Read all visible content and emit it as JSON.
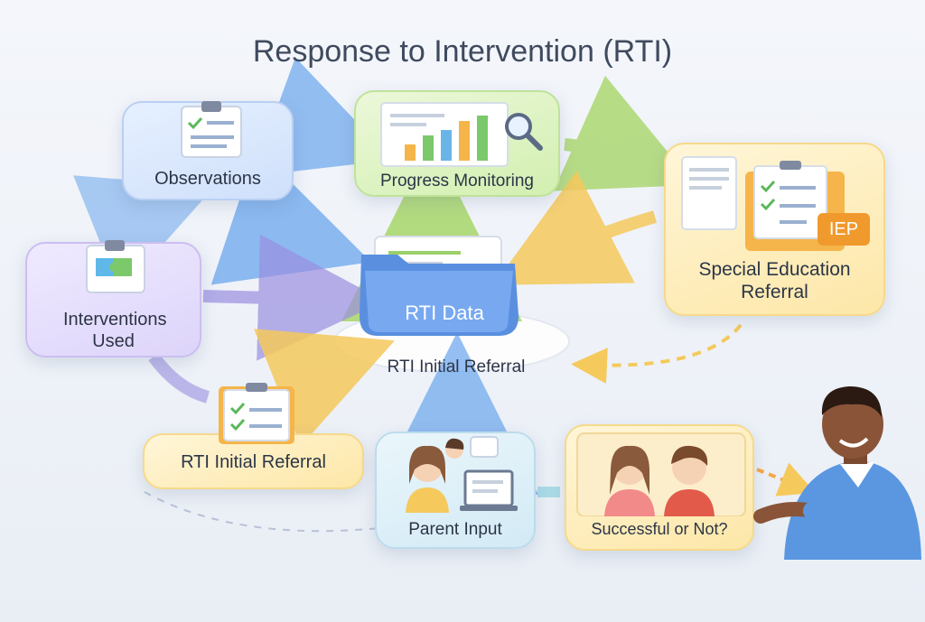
{
  "title": "Response to Intervention (RTI)",
  "nodes": {
    "observations": "Observations",
    "progress_monitoring": "Progress Monitoring",
    "special_education_referral": "Special Education Referral",
    "interventions_used": "Interventions Used",
    "rti_data": "RTI Data",
    "rti_initial_referral_center": "RTI Initial Referral",
    "rti_initial_referral": "RTI Initial Referral",
    "parent_input": "Parent Input",
    "successful_or_not": "Successful or Not?"
  },
  "badge": {
    "iep": "IEP"
  },
  "icons": [
    "clipboard-icon",
    "bar-chart-icon",
    "magnifier-icon",
    "puzzle-icon",
    "folder-icon",
    "documents-icon",
    "students-icon",
    "teacher-icon",
    "laptop-icon"
  ],
  "colors": {
    "blue": "#cfe0fb",
    "green": "#d2efb0",
    "yellow": "#fde7a8",
    "purple": "#ddd4fa",
    "teal": "#d3eaf5",
    "arrow_blue": "#6aa6ee",
    "arrow_green": "#a8d66a",
    "arrow_yellow": "#f5c95c",
    "arrow_purple": "#9a8fe0"
  }
}
